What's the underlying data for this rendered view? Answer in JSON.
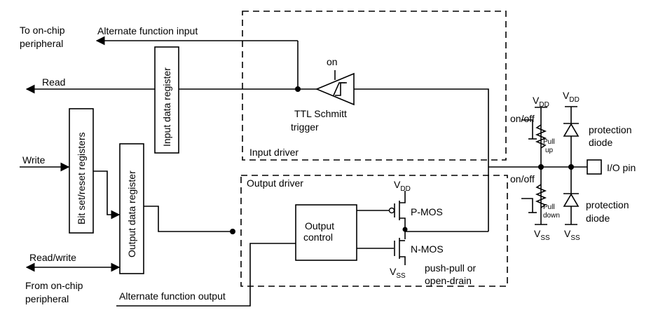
{
  "labels": {
    "to_on_chip_1": "To on-chip",
    "to_on_chip_2": "peripheral",
    "alt_func_input": "Alternate function input",
    "read": "Read",
    "write": "Write",
    "read_write": "Read/write",
    "from_on_chip_1": "From on-chip",
    "from_on_chip_2": "peripheral",
    "alt_func_output": "Alternate function output",
    "input_data_register": "Input data register",
    "bit_set_reset_registers": "Bit set/reset registers",
    "output_data_register": "Output data register",
    "on": "on",
    "ttl_schmitt_1": "TTL Schmitt",
    "ttl_schmitt_2": "trigger",
    "input_driver": "Input driver",
    "output_driver": "Output driver",
    "output_control_1": "Output",
    "output_control_2": "control",
    "pmos": "P-MOS",
    "nmos": "N-MOS",
    "push_pull_1": "push-pull or",
    "push_pull_2": "open-drain",
    "v": "V",
    "dd": "DD",
    "ss": "SS",
    "on_off": "on/off",
    "pull": "Pull",
    "up": "up",
    "down": "down",
    "protection": "protection",
    "diode": "diode",
    "io_pin": "I/O pin"
  }
}
